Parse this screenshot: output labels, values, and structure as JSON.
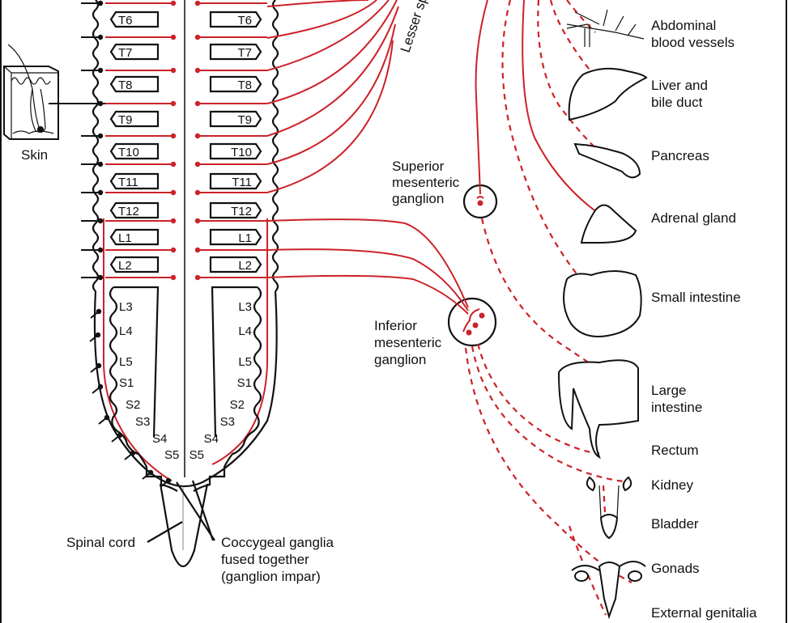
{
  "title": "Sympathetic division of the autonomic nervous system (lower thoracic, lumbar and sacral portion)",
  "colors": {
    "preganglionic": "#cc2229",
    "postganglionic_dashed": "#cc2229",
    "outline": "#111111",
    "background": "#ffffff"
  },
  "segments": {
    "thoracic": [
      "T6",
      "T7",
      "T8",
      "T9",
      "T10",
      "T11",
      "T12"
    ],
    "lumbar_boxed": [
      "L1",
      "L2"
    ],
    "lumbar_open": [
      "L3",
      "L4",
      "L5"
    ],
    "sacral": [
      "S1",
      "S2",
      "S3",
      "S4",
      "S5"
    ]
  },
  "labels": {
    "skin": "Skin",
    "lesser_splanchnic": "Lesser sp",
    "superior_mesenteric": [
      "Superior",
      "mesenteric",
      "ganglion"
    ],
    "inferior_mesenteric": [
      "Inferior",
      "mesenteric",
      "ganglion"
    ],
    "spinal_cord": "Spinal cord",
    "coccygeal": [
      "Coccygeal ganglia",
      "fused together",
      "(ganglion impar)"
    ]
  },
  "organs": [
    {
      "name": "abdominal-blood-vessels",
      "label": [
        "Abdominal",
        "blood vessels"
      ]
    },
    {
      "name": "liver-bile-duct",
      "label": [
        "Liver and",
        "bile duct"
      ]
    },
    {
      "name": "pancreas",
      "label": [
        "Pancreas"
      ]
    },
    {
      "name": "adrenal-gland",
      "label": [
        "Adrenal gland"
      ]
    },
    {
      "name": "small-intestine",
      "label": [
        "Small intestine"
      ]
    },
    {
      "name": "large-intestine",
      "label": [
        "Large",
        "intestine"
      ]
    },
    {
      "name": "rectum",
      "label": [
        "Rectum"
      ]
    },
    {
      "name": "kidney",
      "label": [
        "Kidney"
      ]
    },
    {
      "name": "bladder",
      "label": [
        "Bladder"
      ]
    },
    {
      "name": "gonads",
      "label": [
        "Gonads"
      ]
    },
    {
      "name": "external-genitalia",
      "label": [
        "External genitalia"
      ]
    }
  ]
}
